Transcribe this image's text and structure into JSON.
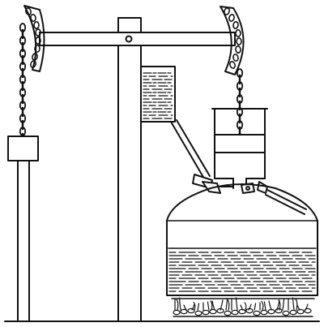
{
  "diagram": {
    "subject": "atmospheric-beam-engine",
    "style": "line-drawing",
    "colors": {
      "ink": "#111111",
      "background": "#ffffff"
    },
    "parts": [
      {
        "id": "beam"
      },
      {
        "id": "fulcrum-pin"
      },
      {
        "id": "support-post"
      },
      {
        "id": "left-arch-head"
      },
      {
        "id": "right-arch-head"
      },
      {
        "id": "left-chain"
      },
      {
        "id": "right-chain"
      },
      {
        "id": "counterweight"
      },
      {
        "id": "pump-rod"
      },
      {
        "id": "water-cistern"
      },
      {
        "id": "injection-pipe"
      },
      {
        "id": "injection-valve"
      },
      {
        "id": "steam-cylinder"
      },
      {
        "id": "piston"
      },
      {
        "id": "steam-valve"
      },
      {
        "id": "boiler"
      },
      {
        "id": "boiler-water"
      },
      {
        "id": "furnace-fire"
      },
      {
        "id": "ground-line"
      }
    ]
  }
}
